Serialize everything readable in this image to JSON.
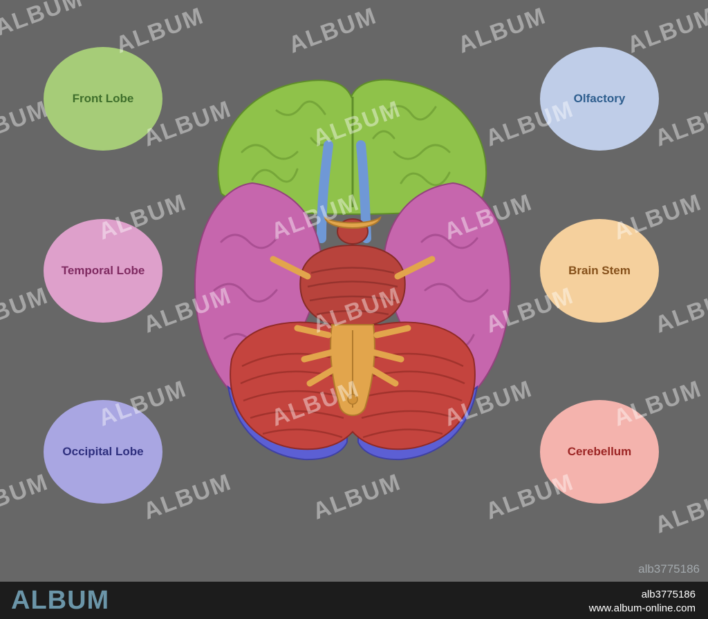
{
  "labels": {
    "front_lobe": {
      "text": "Front Lobe",
      "fill": "#a6cc78",
      "color": "#3e6e2b"
    },
    "temporal_lobe": {
      "text": "Temporal Lobe",
      "fill": "#dea0cb",
      "color": "#7f2a61"
    },
    "occipital_lobe": {
      "text": "Occipital Lobe",
      "fill": "#a9a6e2",
      "color": "#2e2f7e"
    },
    "olfactory": {
      "text": "Olfactory",
      "fill": "#bfcde8",
      "color": "#2e5e8e"
    },
    "brain_stem": {
      "text": "Brain Stem",
      "fill": "#f5d09d",
      "color": "#85501a"
    },
    "cerebellum": {
      "text": "Cerebellum",
      "fill": "#f4b3ad",
      "color": "#9c2524"
    }
  },
  "watermark": {
    "text": "ALBUM"
  },
  "image_id": "alb3775186",
  "footer": {
    "logo": "ALBUM",
    "id": "alb3775186",
    "url": "www.album-online.com"
  },
  "colors": {
    "background": "#676767",
    "footer_bg": "#1c1c1c",
    "frontal": "#8fc24a",
    "temporal": "#c666ad",
    "occipital": "#5c5fd4",
    "olfactory": "#6f98d6",
    "brainstem": "#e2a54c",
    "cerebellum": "#c4443e"
  }
}
